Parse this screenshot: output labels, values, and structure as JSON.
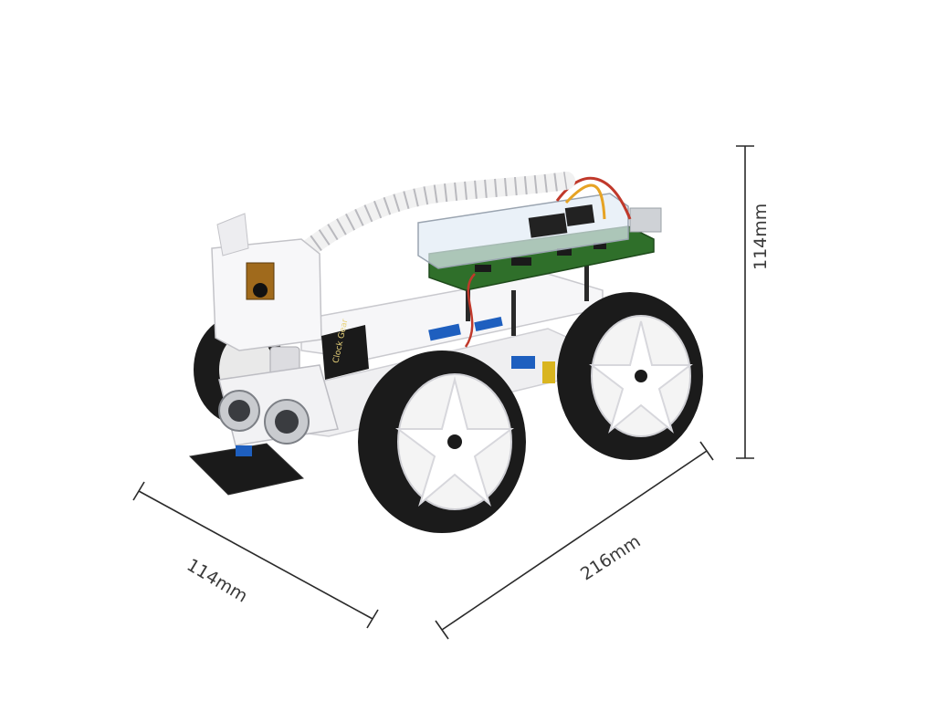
{
  "dimensions": {
    "height": "114mm",
    "width": "114mm",
    "length": "216mm"
  },
  "camera_board": {
    "brand_label": "Clock Gear"
  },
  "colors": {
    "background": "#ffffff",
    "chassis": "#f2f2f4",
    "tire": "#1b1b1b",
    "rim": "#f4f4f4",
    "pcb": "#2f6f2a",
    "accent_blue": "#1e5fbf",
    "dimension_line": "#2a2a2a"
  }
}
